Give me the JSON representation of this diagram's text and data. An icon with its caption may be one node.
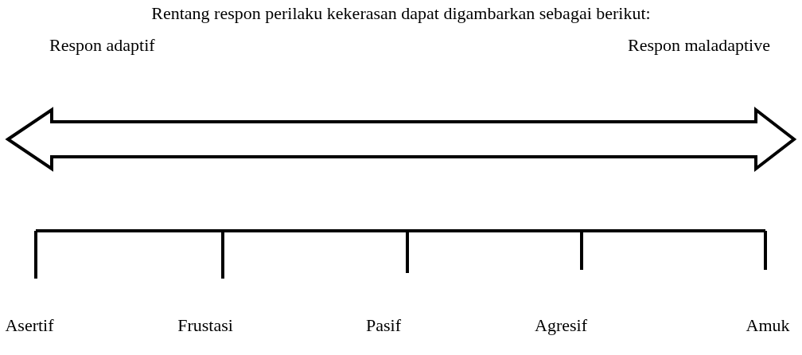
{
  "diagram": {
    "title": "Rentang respon perilaku kekerasan dapat digambarkan sebagai berikut:",
    "labels": [
      "Respon adaptif",
      "Respon maladaptive",
      "Asertif",
      "Frustasi",
      "Pasif",
      "Agresif",
      "Amuk"
    ]
  }
}
